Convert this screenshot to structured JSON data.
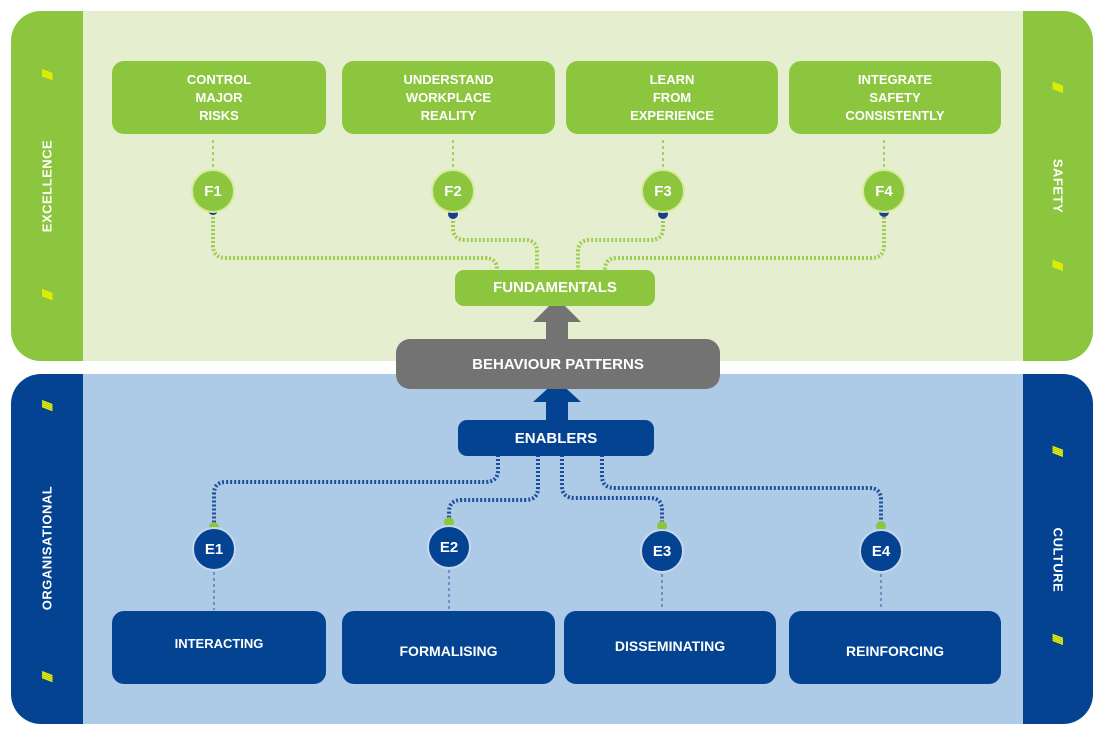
{
  "colors": {
    "green": "#8cc63f",
    "green_light": "#e5efcf",
    "blue": "#034391",
    "blue_light": "#adcbe7",
    "grey": "#737373",
    "hatch": "#e8f000",
    "dot_blue": "#1a3f8f",
    "dot_green": "#8cc63f"
  },
  "top_panel": {
    "left_label": "EXCELLENCE",
    "right_label": "SAFETY",
    "hatch": "////",
    "fundamentals": [
      {
        "code": "F1",
        "label": "CONTROL\nMAJOR\nRISKS"
      },
      {
        "code": "F2",
        "label": "UNDERSTAND\nWORKPLACE\nREALITY"
      },
      {
        "code": "F3",
        "label": "LEARN\nFROM\nEXPERIENCE"
      },
      {
        "code": "F4",
        "label": "INTEGRATE\nSAFETY\nCONSISTENTLY"
      }
    ],
    "hub_label": "FUNDAMENTALS"
  },
  "center": {
    "label": "BEHAVIOUR PATTERNS"
  },
  "bottom_panel": {
    "left_label": "ORGANISATIONAL",
    "right_label": "CULTURE",
    "hatch": "////",
    "hub_label": "ENABLERS",
    "enablers": [
      {
        "code": "E1",
        "label": "INTERACTING"
      },
      {
        "code": "E2",
        "label": "FORMALISING"
      },
      {
        "code": "E3",
        "label": "DISSEMINATING"
      },
      {
        "code": "E4",
        "label": "REINFORCING"
      }
    ]
  }
}
